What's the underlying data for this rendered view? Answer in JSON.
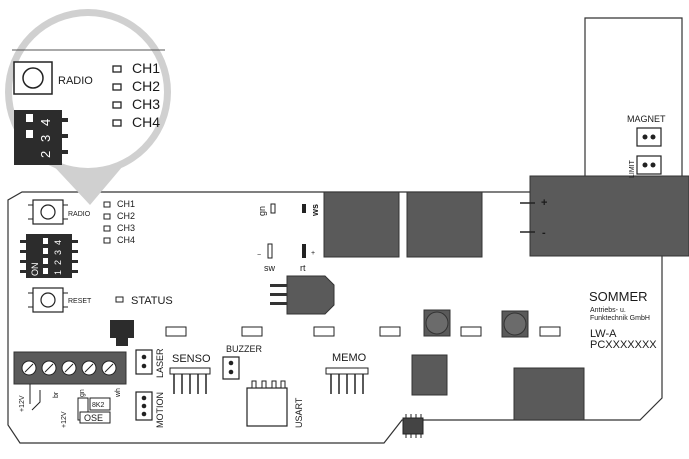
{
  "zoom": {
    "radio": "RADIO",
    "channels": [
      "CH1",
      "CH2",
      "CH3",
      "CH4"
    ],
    "dip_digits": [
      "2",
      "3",
      "4"
    ]
  },
  "board": {
    "radio": "RADIO",
    "channels": [
      "CH1",
      "CH2",
      "CH3",
      "CH4"
    ],
    "dip_on": "ON",
    "dip_digits": [
      "1",
      "2",
      "3",
      "4"
    ],
    "reset": "RESET",
    "status": "STATUS",
    "led_gn": "gn",
    "led_ws": "ws",
    "led_sw": "sw",
    "led_rt": "rt",
    "minus_mark": "−",
    "plus_mark": "+",
    "magnet": "MAGNET",
    "limit": "LIMIT",
    "connector_plus": "+",
    "connector_minus": "-",
    "maker": "SOMMER",
    "maker_sub_1": "Antriebs- u.",
    "maker_sub_2": "Funktechnik GmbH",
    "model": "LW-A",
    "serial": "PCXXXXXXX",
    "senso": "SENSO",
    "buzzer": "BUZZER",
    "memo": "MEMO",
    "usart": "USART",
    "laser": "LASER",
    "motion": "MOTION",
    "term_12v": "+12V",
    "term_12v_2": "+12V",
    "term_br": "br",
    "term_gn": "gn",
    "term_wh": "wh",
    "res_8k2": "8K2",
    "ose": "OSE"
  }
}
